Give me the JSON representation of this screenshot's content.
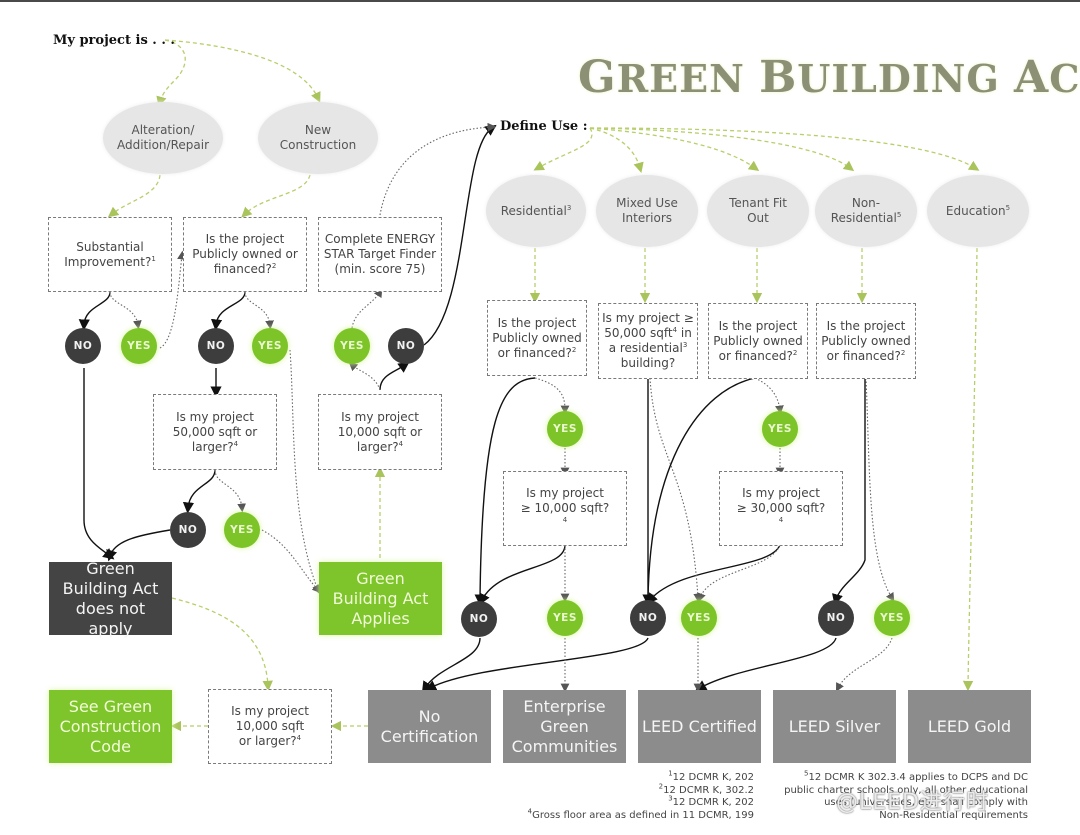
{
  "title": {
    "first_cap": "G",
    "first_rest": "REEN ",
    "second_cap": "B",
    "second_rest": "UILDING ",
    "third_cap": "A",
    "third_rest": "CT"
  },
  "start_label": "My project is . . .",
  "define_use_label": "Define Use :",
  "project_types": [
    {
      "id": "alteration",
      "label": "Alteration/ Addition/Repair"
    },
    {
      "id": "new",
      "label": "New Construction"
    }
  ],
  "use_types": [
    {
      "id": "residential",
      "label": "Residential",
      "note": "3"
    },
    {
      "id": "mixed",
      "label": "Mixed Use Interiors",
      "note": ""
    },
    {
      "id": "tenant",
      "label": "Tenant Fit Out",
      "note": ""
    },
    {
      "id": "nonres",
      "label": "Non-Residential",
      "note": "5"
    },
    {
      "id": "education",
      "label": "Education",
      "note": "5"
    }
  ],
  "questions": {
    "substantial": {
      "text": "Substantial Improvement?",
      "note": "1"
    },
    "public_left": {
      "text": "Is the project Publicly owned or financed?",
      "note": "2"
    },
    "energy_star": {
      "text": "Complete ENERGY STAR Target Finder (min. score 75)",
      "note": ""
    },
    "size_50k_left": {
      "text": "Is my project 50,000 sqft or larger?",
      "note": "4"
    },
    "size_10k_mid": {
      "text": "Is my project 10,000 sqft or larger?",
      "note": "4"
    },
    "public_res": {
      "text": "Is the project Publicly owned or financed?",
      "note": "2"
    },
    "mixed_50k": {
      "text": "Is my project ≥ 50,000 sqft",
      "note": "4",
      "text2": " in a residential",
      "note2": "3",
      "text3": " building?"
    },
    "public_tenant": {
      "text": "Is the project Publicly owned or financed?",
      "note": "2"
    },
    "public_nonres": {
      "text": "Is the project Publicly owned or financed?",
      "note": "2"
    },
    "res_10k": {
      "text": "Is my project ≥ 10,000 sqft?",
      "note": "4"
    },
    "tenant_30k": {
      "text": "Is my project ≥ 30,000 sqft?",
      "note": "4"
    },
    "bottom_10k": {
      "text": "Is my project 10,000 sqft or larger?",
      "note": "4"
    }
  },
  "answers": {
    "yes": "YES",
    "no": "NO"
  },
  "results": {
    "not_apply": "Green Building Act does not apply",
    "applies": "Green Building Act Applies",
    "green_code": "See Green Construction Code",
    "no_cert": "No Certification",
    "enterprise": "Enterprise Green Communities",
    "leed_certified": "LEED Certified",
    "leed_silver": "LEED Silver",
    "leed_gold": "LEED Gold"
  },
  "footnotes_left": [
    {
      "n": "1",
      "text": "12 DCMR K, 202"
    },
    {
      "n": "2",
      "text": "12 DCMR K, 302.2"
    },
    {
      "n": "3",
      "text": "12 DCMR K, 202"
    },
    {
      "n": "4",
      "text": "Gross floor area as defined in 11 DCMR, 199"
    }
  ],
  "footnotes_right": {
    "n": "5",
    "lines": [
      "12 DCMR K 302.3.4 applies to DCPS and DC",
      "public charter schools only, all other educational",
      "uses (universities, etc) shall comply with",
      "Non-Residential requirements"
    ]
  },
  "watermark": "@LEED进行时",
  "colors": {
    "green": "#7cc427",
    "dark": "#3d3d3d",
    "gray": "#8c8c8c",
    "oval": "#e6e6e6",
    "title": "#8c9175",
    "connector_green": "#a9c45a"
  }
}
